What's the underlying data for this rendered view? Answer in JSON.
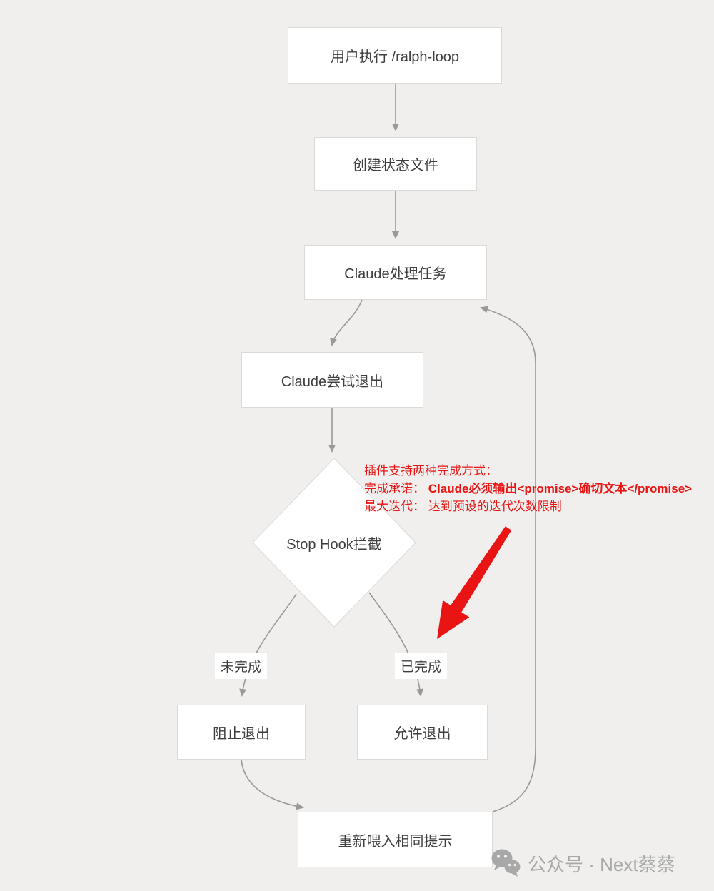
{
  "page": {
    "background": "#f0efed"
  },
  "flowchart": {
    "nodes": {
      "start": {
        "label": "用户执行 /ralph-loop"
      },
      "create_state": {
        "label": "创建状态文件"
      },
      "process": {
        "label": "Claude处理任务"
      },
      "try_exit": {
        "label": "Claude尝试退出"
      },
      "stop_hook": {
        "label": "Stop Hook拦截"
      },
      "not_done": {
        "label": "未完成"
      },
      "done": {
        "label": "已完成"
      },
      "block_exit": {
        "label": "阻止退出"
      },
      "allow_exit": {
        "label": "允许退出"
      },
      "refeed": {
        "label": "重新喂入相同提示"
      }
    },
    "edges": [
      {
        "from": "start",
        "to": "create_state"
      },
      {
        "from": "create_state",
        "to": "process"
      },
      {
        "from": "process",
        "to": "try_exit"
      },
      {
        "from": "try_exit",
        "to": "stop_hook"
      },
      {
        "from": "stop_hook",
        "to": "block_exit",
        "label": "未完成"
      },
      {
        "from": "stop_hook",
        "to": "allow_exit",
        "label": "已完成"
      },
      {
        "from": "block_exit",
        "to": "refeed"
      },
      {
        "from": "refeed",
        "to": "process"
      }
    ],
    "colors": {
      "node_background": "#ffffff",
      "node_border": "#dcdad7",
      "node_text": "#3e3e3e",
      "connector": "#999999",
      "annotation_red": "#e91414",
      "watermark_gray": "#a8a8a8"
    }
  },
  "annotation": {
    "line1": "插件支持两种完成方式：",
    "line2_prefix": "完成承诺： ",
    "line2_bold": "Claude必须输出<promise>确切文本</promise>",
    "line3": "最大迭代： 达到预设的迭代次数限制"
  },
  "watermark": {
    "icon": "wechat-icon",
    "text": "公众号 · Next蔡蔡"
  }
}
